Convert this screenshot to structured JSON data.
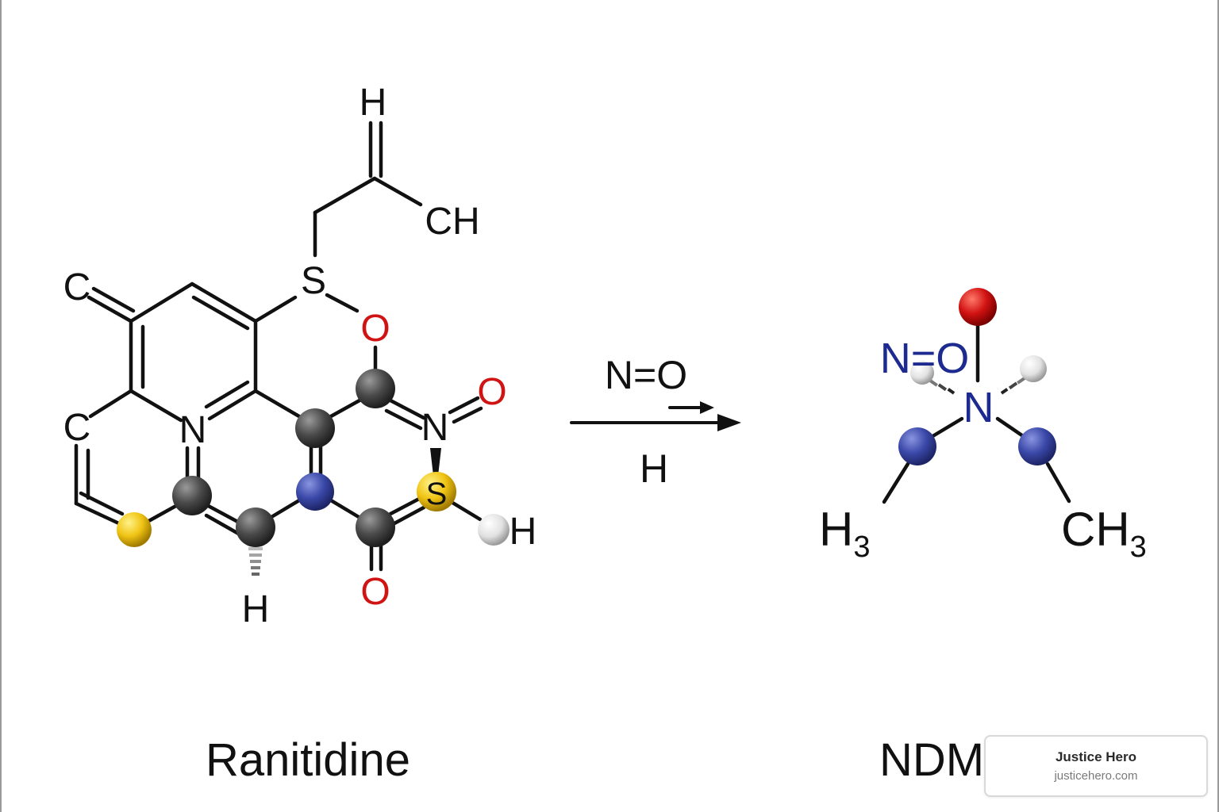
{
  "reactant": {
    "caption": "Ranitidine",
    "atoms": {
      "h_top": "H",
      "ch": "CH",
      "s_chain": "S",
      "o_ring": "O",
      "c_left_top": "C",
      "c_left_mid": "C",
      "n_ring": "N",
      "n_nitro": "N",
      "o_nitro": "O",
      "s_ball": "S",
      "h_right": "H",
      "h_bottom": "H",
      "o_bottom": "O"
    }
  },
  "reaction": {
    "reagent_top": "N=O",
    "reagent_bottom": "H"
  },
  "product": {
    "caption": "NDM",
    "nitroso_label": "N=O",
    "n_center": "N",
    "left_group": "H",
    "left_group_sub": "3",
    "right_group": "CH",
    "right_group_sub": "3"
  },
  "brand": {
    "name": "Justice Hero",
    "url": "justicehero.com"
  },
  "colors": {
    "oxygen": "#d01414",
    "nitrogen": "#1d2a8f",
    "carbon_ball": "#3a3a3a",
    "sulfur_ball": "#e2b80e",
    "hydrogen_ball": "#e8e8e8"
  }
}
